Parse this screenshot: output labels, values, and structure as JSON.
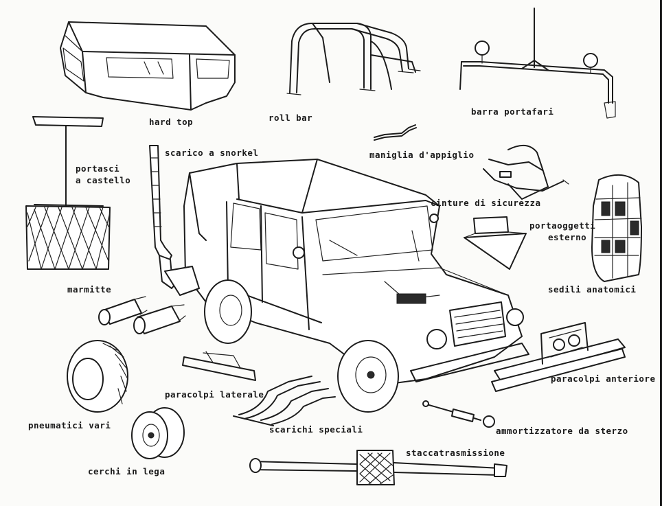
{
  "labels": {
    "hard_top": "hard top",
    "roll_bar": "roll bar",
    "barra_portafari": "barra portafari",
    "portasci": "portasci",
    "a_castello": "a castello",
    "scarico_snorkel": "scarico a snorkel",
    "maniglia": "maniglia d'appiglio",
    "cinture": "cinture di sicurezza",
    "portaoggetti": "portaoggetti",
    "esterno": "esterno",
    "sedili": "sedili anatomici",
    "marmitte": "marmitte",
    "paracolpi_laterale": "paracolpi laterale",
    "paracolpi_anteriore": "paracolpi anteriore",
    "pneumatici": "pneumatici vari",
    "scarichi": "scarichi speciali",
    "ammortizzatore": "ammortizzatore da sterzo",
    "cerchi": "cerchi in lega",
    "staccatrasmissione": "staccatrasmissione"
  }
}
